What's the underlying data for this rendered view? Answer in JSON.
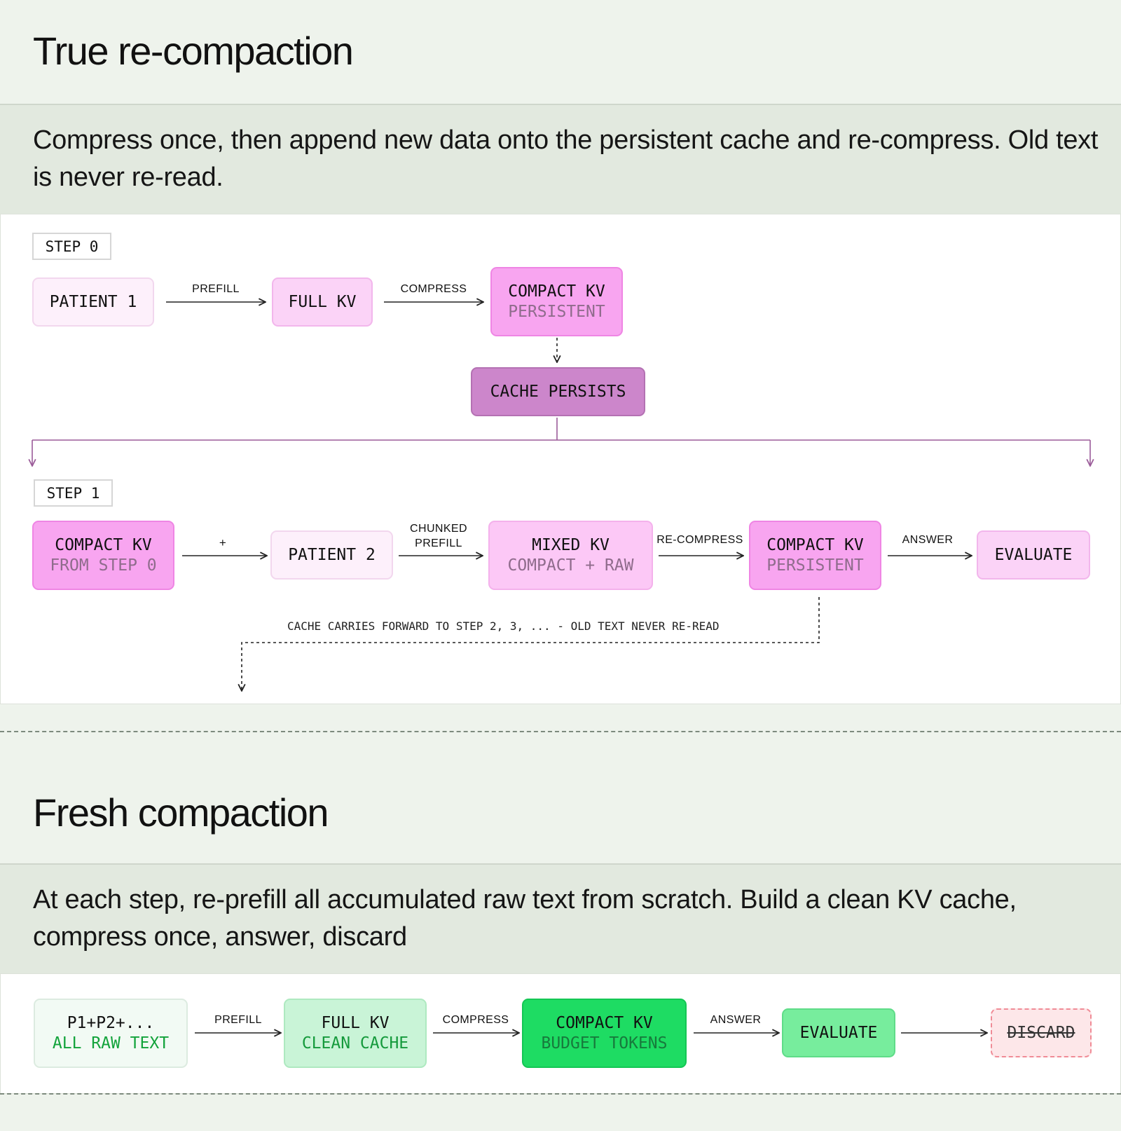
{
  "top": {
    "title": "True re-compaction",
    "description": "Compress once, then append new data onto the persistent cache and re-compress. Old text is never re-read.",
    "step0": {
      "label": "STEP 0",
      "patient1": "PATIENT 1",
      "prefill": "PREFILL",
      "full_kv": "FULL KV",
      "compress": "COMPRESS",
      "compact_kv": "COMPACT KV",
      "persistent": "PERSISTENT",
      "cache_persists": "CACHE PERSISTS"
    },
    "step1": {
      "label": "STEP 1",
      "compact_kv": "COMPACT KV",
      "from_step0": "FROM STEP 0",
      "plus": "+",
      "patient2": "PATIENT 2",
      "chunked": "CHUNKED",
      "prefill": "PREFILL",
      "mixed_kv": "MIXED KV",
      "compact_raw": "COMPACT + RAW",
      "recompress": "RE-COMPRESS",
      "compact_kv2": "COMPACT KV",
      "persistent": "PERSISTENT",
      "answer": "ANSWER",
      "evaluate": "EVALUATE",
      "carry_note": "CACHE CARRIES FORWARD TO STEP 2, 3, ... - OLD TEXT NEVER RE-READ"
    }
  },
  "bottom": {
    "title": "Fresh compaction",
    "description": "At each step, re-prefill all accumulated raw text from scratch. Build a clean KV cache, compress once, answer, discard",
    "flow": {
      "raw_text_top": "P1+P2+...",
      "raw_text_sub": "ALL RAW TEXT",
      "prefill": "PREFILL",
      "full_kv": "FULL KV",
      "clean_cache": "CLEAN CACHE",
      "compress": "COMPRESS",
      "compact_kv": "COMPACT KV",
      "budget_tokens": "BUDGET TOKENS",
      "answer": "ANSWER",
      "evaluate": "EVALUATE",
      "discard": "DISCARD"
    }
  },
  "colors": {
    "pink_accent": "#f8a5f0",
    "purple_connector": "#9b5c99",
    "green_accent": "#1edc63"
  }
}
